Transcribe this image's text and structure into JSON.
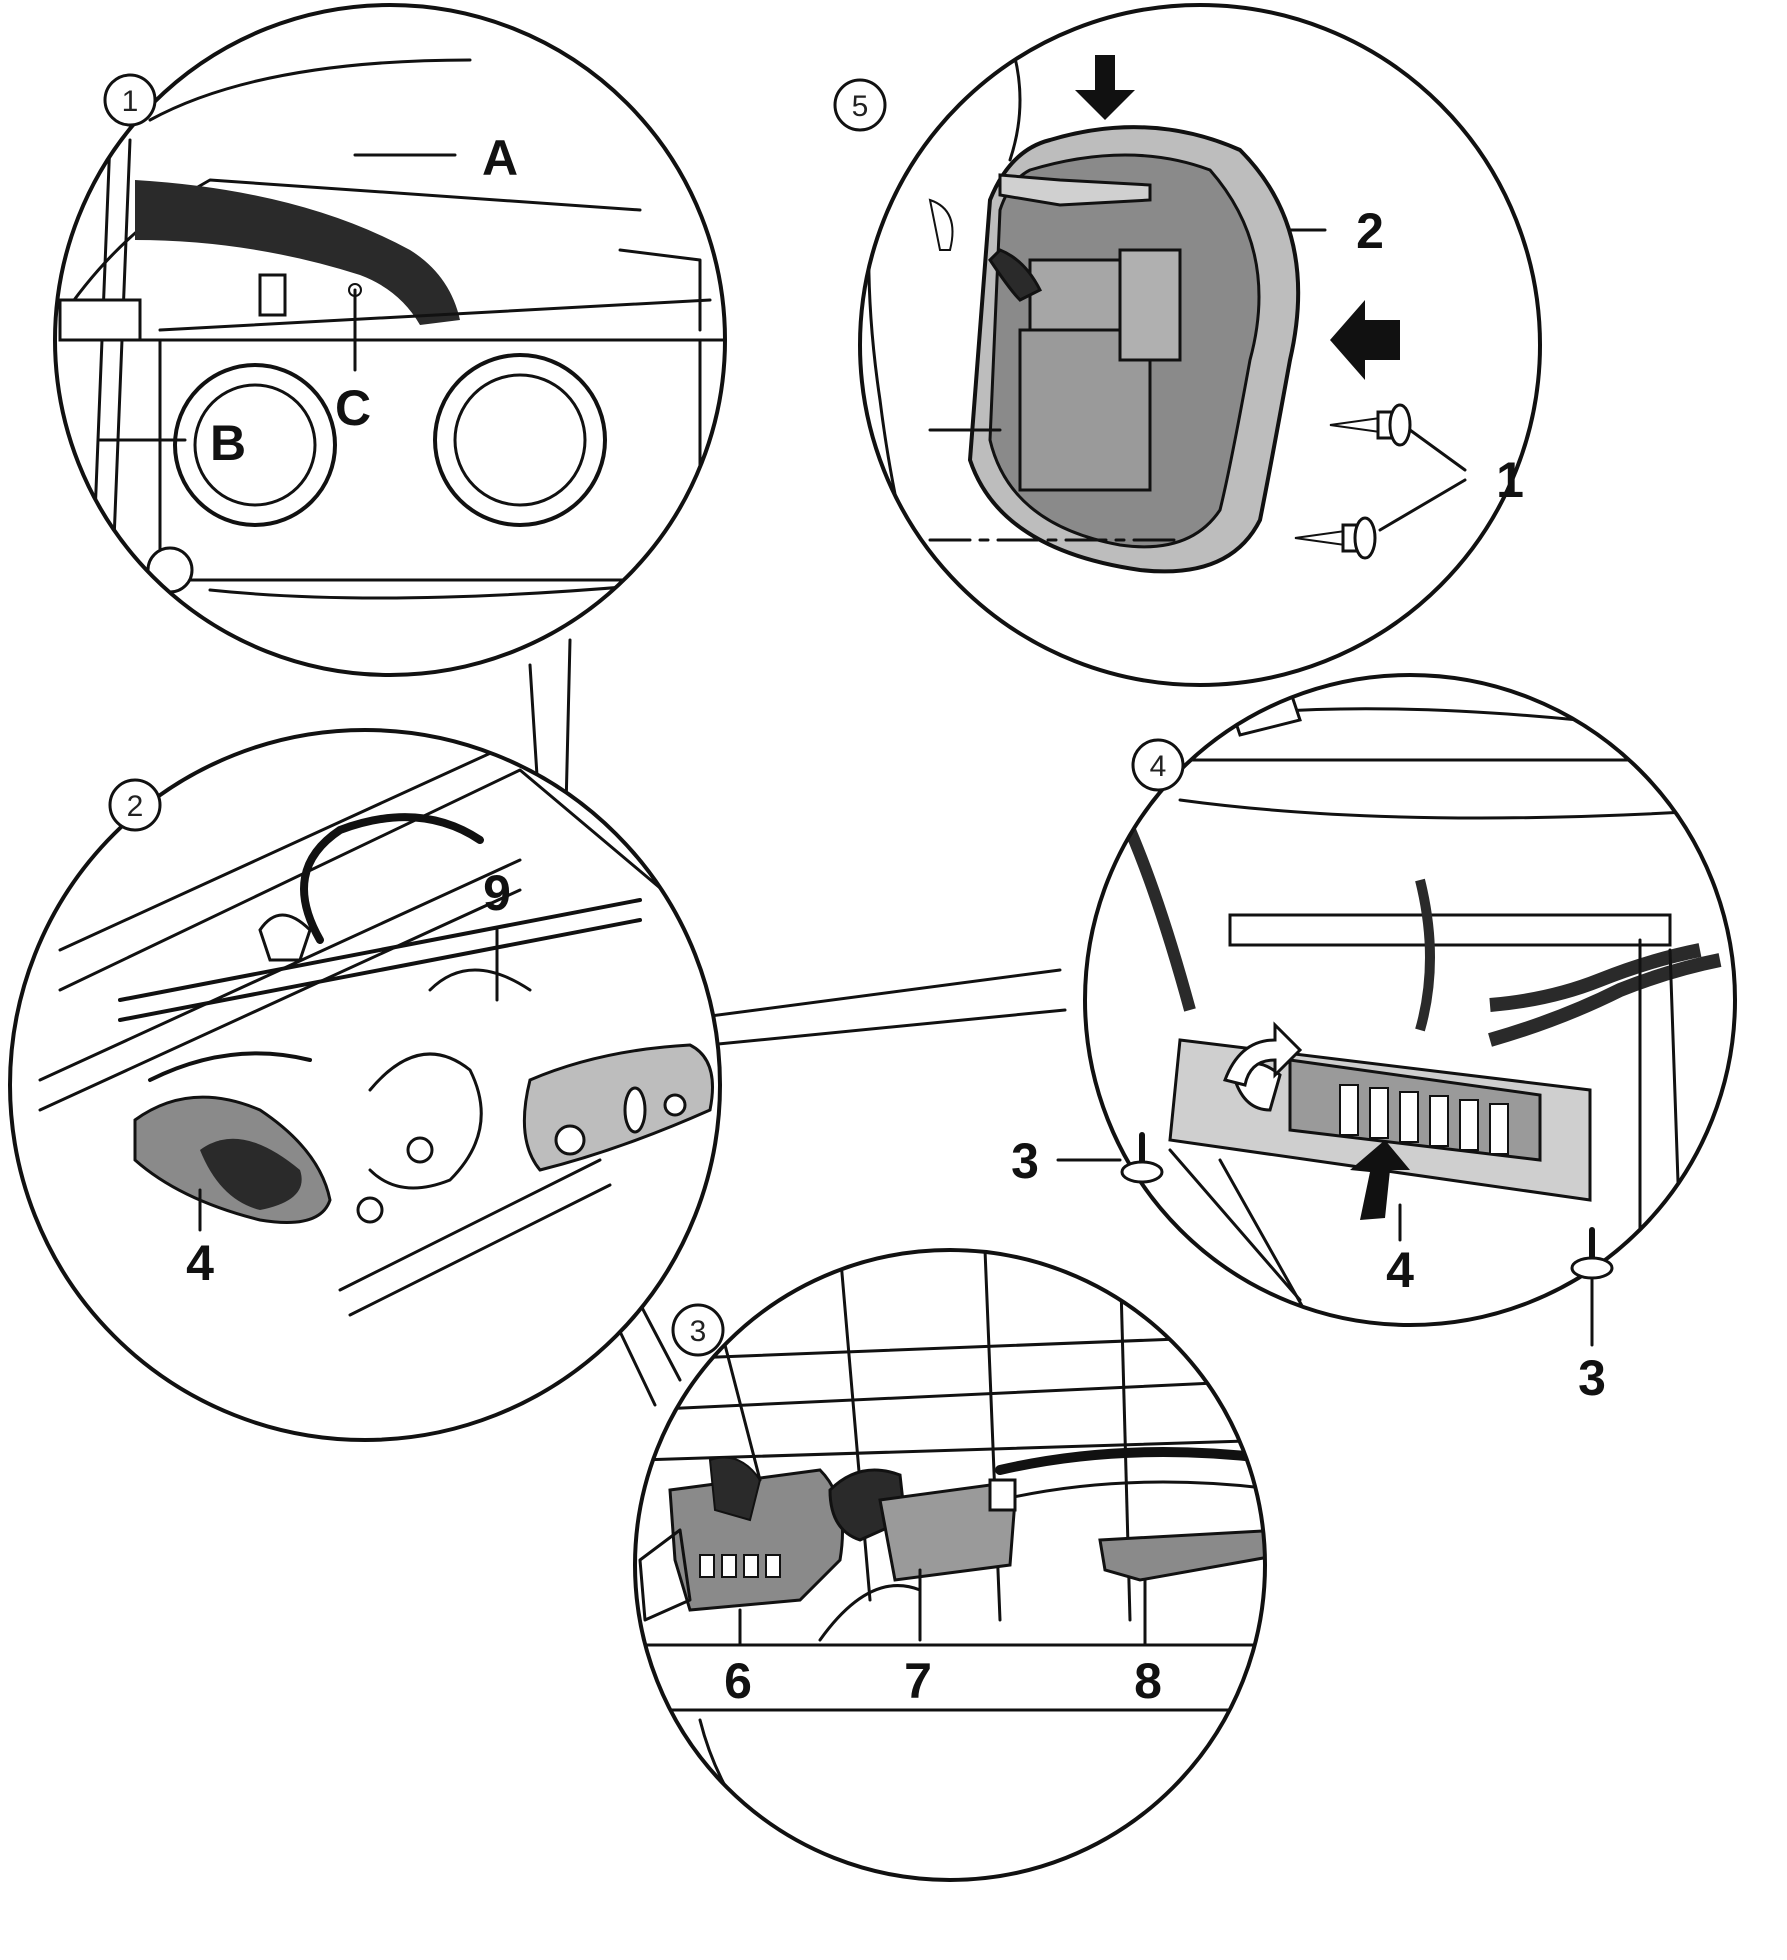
{
  "figure": {
    "step_numbers": [
      "1",
      "2",
      "3",
      "4",
      "5"
    ],
    "detail_1": {
      "labels": {
        "a": "A",
        "b": "B",
        "c": "C"
      }
    },
    "detail_2": {
      "labels": {
        "n9": "9",
        "n4": "4"
      }
    },
    "detail_3": {
      "labels": {
        "n6": "6",
        "n7": "7",
        "n8": "8"
      }
    },
    "detail_4": {
      "labels": {
        "n3_left": "3",
        "n4": "4",
        "n3_bottom": "3"
      }
    },
    "detail_5": {
      "labels": {
        "n2": "2",
        "n1": "1"
      }
    }
  },
  "colors": {
    "ink": "#111111",
    "shade_dark": "#2a2a2a",
    "shade_mid": "#8a8a8a",
    "shade_light": "#bdbdbd",
    "paper": "#ffffff"
  }
}
